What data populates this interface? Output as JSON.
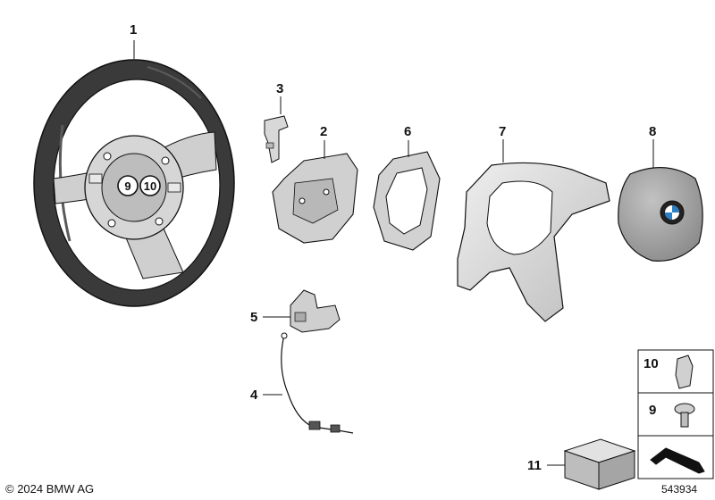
{
  "callouts": {
    "c1": "1",
    "c2": "2",
    "c3": "3",
    "c4": "4",
    "c5": "5",
    "c6": "6",
    "c7": "7",
    "c8": "8",
    "c9": "9",
    "c10": "10",
    "c11": "11",
    "ring9": "9",
    "ring10": "10"
  },
  "footer": {
    "copyright": "© 2024 BMW AG",
    "diagram_id": "543934"
  },
  "colors": {
    "outline": "#111111",
    "leather": "#3a3a3a",
    "silver": "#dcdcdc",
    "airbag": "#9e9e9e",
    "bmw_blue": "#2b7fc4"
  },
  "icons": [
    "steering-wheel",
    "bmw-logo",
    "screw",
    "clip",
    "box",
    "wedge"
  ]
}
